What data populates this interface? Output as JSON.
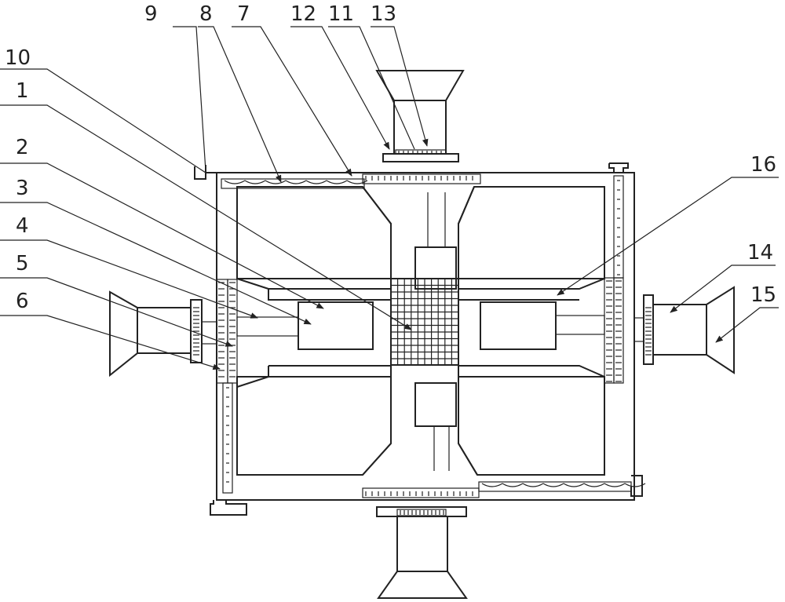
{
  "callouts": [
    {
      "id": "1",
      "text": "1"
    },
    {
      "id": "2",
      "text": "2"
    },
    {
      "id": "3",
      "text": "3"
    },
    {
      "id": "4",
      "text": "4"
    },
    {
      "id": "5",
      "text": "5"
    },
    {
      "id": "6",
      "text": "6"
    },
    {
      "id": "7",
      "text": "7"
    },
    {
      "id": "8",
      "text": "8"
    },
    {
      "id": "9",
      "text": "9"
    },
    {
      "id": "10",
      "text": "10"
    },
    {
      "id": "11",
      "text": "11"
    },
    {
      "id": "12",
      "text": "12"
    },
    {
      "id": "13",
      "text": "13"
    },
    {
      "id": "14",
      "text": "14"
    },
    {
      "id": "15",
      "text": "15"
    },
    {
      "id": "16",
      "text": "16"
    }
  ],
  "colors": {
    "line": "#222222",
    "background": "#ffffff"
  }
}
